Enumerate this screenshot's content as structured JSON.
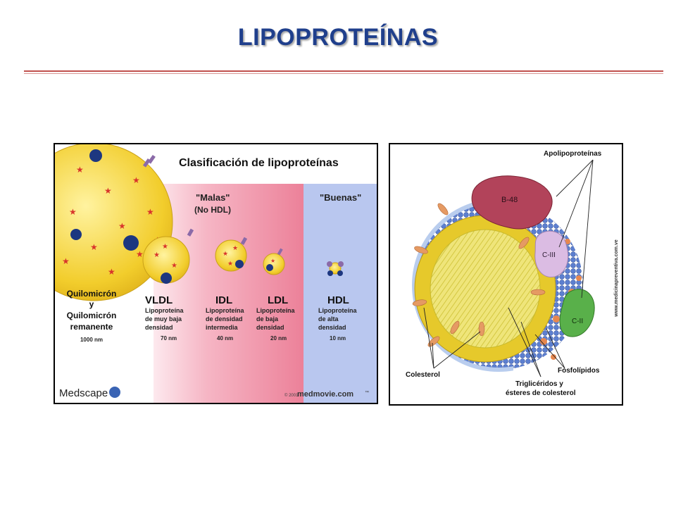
{
  "slide": {
    "title": "LIPOPROTEÍNAS",
    "accent_color": "#c0504d",
    "title_color": "#1f3f8c"
  },
  "left_figure": {
    "heading": "Clasificación de lipoproteínas",
    "bad_label": "\"Malas\"",
    "bad_sub": "(No HDL)",
    "good_label": "\"Buenas\"",
    "chylo": {
      "line1": "Quilomicrón",
      "line2": "y",
      "line3": "Quilomicrón",
      "line4": "remanente",
      "size": "1000 nm"
    },
    "vldl": {
      "name": "VLDL",
      "desc1": "Lipoproteína",
      "desc2": "de muy baja",
      "desc3": "densidad",
      "size": "70 nm"
    },
    "idl": {
      "name": "IDL",
      "desc1": "Lipoproteína",
      "desc2": "de densidad",
      "desc3": "intermedia",
      "size": "40 nm"
    },
    "ldl": {
      "name": "LDL",
      "desc1": "Lipoproteína",
      "desc2": "de baja",
      "desc3": "densidad",
      "size": "20 nm"
    },
    "hdl": {
      "name": "HDL",
      "desc1": "Lipoproteína",
      "desc2": "de alta",
      "desc3": "densidad",
      "size": "10 nm"
    },
    "logo_left": "Medscape",
    "copyright": "© 2001",
    "logo_right": "medmovie.com",
    "logo_tm": "™",
    "colors": {
      "bad_zone": "#ee8fa4",
      "good_zone": "#b7c6ef",
      "particle": "#f3d23a"
    }
  },
  "right_figure": {
    "apolipo_label": "Apolipoproteínas",
    "b48": "B-48",
    "c3": "C-III",
    "c2": "C-II",
    "colesterol": "Colesterol",
    "fosfolipidos": "Fosfolípidos",
    "trig1": "Triglicéridos y",
    "trig2": "ésteres de colesterol",
    "watermark": "www.medicinapreventiva.com.ve",
    "colors": {
      "b48": "#b2435a",
      "c3": "#d9b8e0",
      "c2": "#59b04a",
      "shell": "#4f72c4",
      "core": "#ede86a"
    }
  }
}
